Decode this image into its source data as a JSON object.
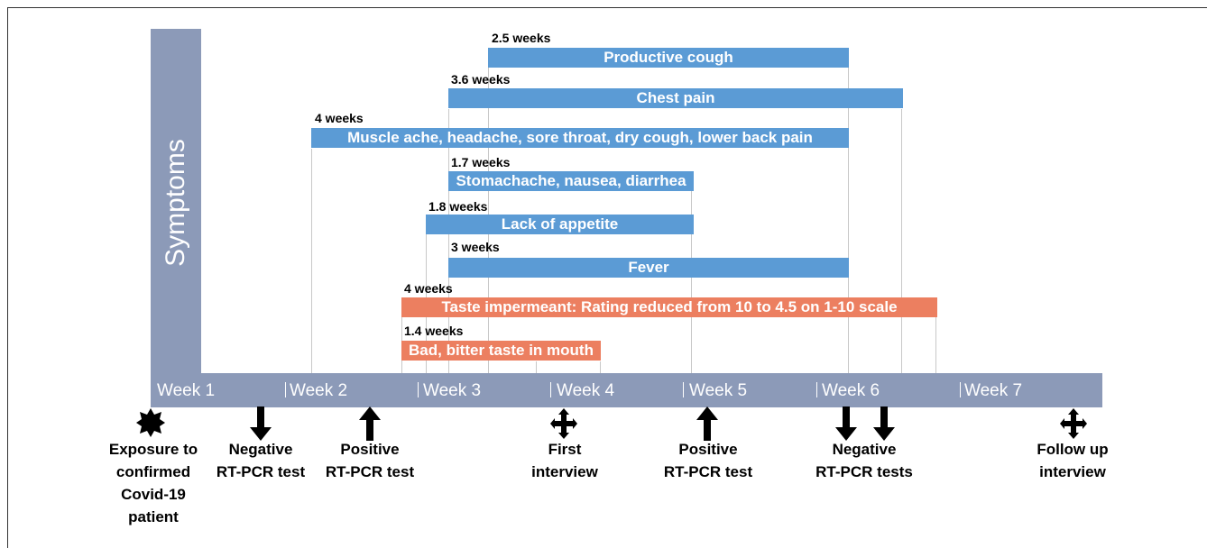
{
  "axis": {
    "symptoms_label": "Symptoms",
    "weeks": [
      "Week 1",
      "Week 2",
      "Week 3",
      "Week 4",
      "Week 5",
      "Week 6",
      "Week 7"
    ]
  },
  "bars": [
    {
      "label": "Productive cough",
      "duration": "2.5 weeks",
      "color": "#5b9bd5"
    },
    {
      "label": "Chest pain",
      "duration": "3.6 weeks",
      "color": "#5b9bd5"
    },
    {
      "label": "Muscle ache, headache, sore throat, dry cough, lower back pain",
      "duration": "4 weeks",
      "color": "#5b9bd5"
    },
    {
      "label": "Stomachache, nausea, diarrhea",
      "duration": "1.7 weeks",
      "color": "#5b9bd5"
    },
    {
      "label": "Lack of appetite",
      "duration": "1.8 weeks",
      "color": "#5b9bd5"
    },
    {
      "label": "Fever",
      "duration": "3 weeks",
      "color": "#5b9bd5"
    },
    {
      "label": "Taste impermeant: Rating reduced from 10 to 4.5 on 1-10 scale",
      "duration": "4 weeks",
      "color": "#ec7f60"
    },
    {
      "label": "Bad, bitter taste in mouth",
      "duration": "1.4 weeks",
      "color": "#ec7f60"
    }
  ],
  "events": [
    {
      "label": "Exposure to\nconfirmed\nCovid-19\npatient",
      "icon": "star-burst-icon"
    },
    {
      "label": "Negative\nRT-PCR test",
      "icon": "down-arrow-icon"
    },
    {
      "label": "Positive\nRT-PCR test",
      "icon": "up-arrow-icon"
    },
    {
      "label": "First\ninterview",
      "icon": "four-way-arrow-icon"
    },
    {
      "label": "Positive\nRT-PCR test",
      "icon": "up-arrow-icon"
    },
    {
      "label": "Negative\nRT-PCR tests",
      "icon": "double-down-arrow-icon"
    },
    {
      "label": "Follow up\ninterview",
      "icon": "four-way-arrow-icon"
    }
  ]
}
